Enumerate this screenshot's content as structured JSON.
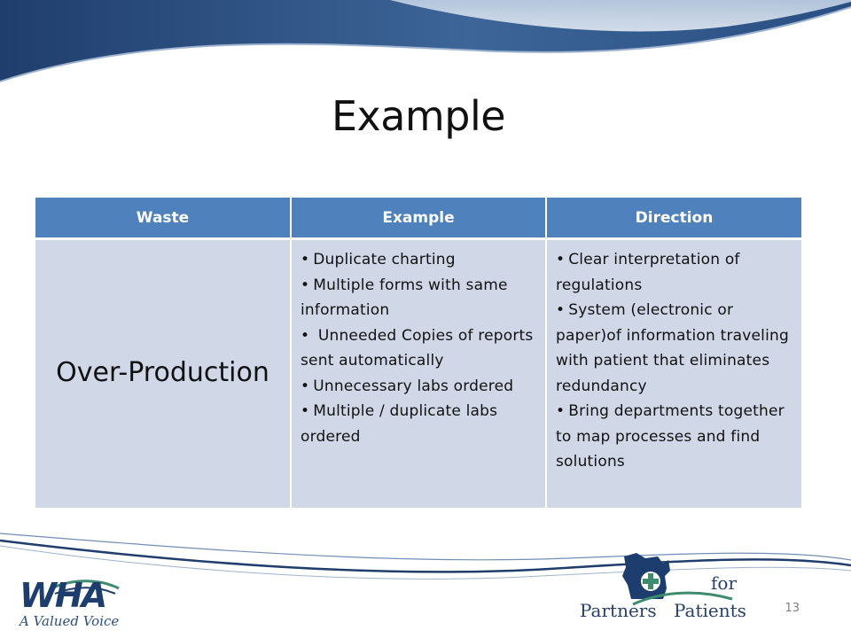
{
  "slide": {
    "title": "Example",
    "page_number": "13"
  },
  "table": {
    "headers": [
      "Waste",
      "Example",
      "Direction"
    ],
    "row": {
      "waste": "Over-Production",
      "examples": [
        "Duplicate charting",
        "Multiple forms with same information",
        " Unneeded Copies of reports sent automatically",
        "Unnecessary labs ordered",
        "Multiple / duplicate labs ordered"
      ],
      "directions": [
        "Clear interpretation of regulations",
        "System (electronic or paper)of information traveling with patient that eliminates redundancy",
        "Bring departments together to map processes and find solutions"
      ]
    }
  },
  "logos": {
    "wha": {
      "mark": "WHA",
      "tagline": "A Valued Voice"
    },
    "partners_for_patients": {
      "for": "for",
      "partners": "Partners",
      "patients": "Patients"
    }
  },
  "colors": {
    "header_fill": "#4f81bd",
    "row_fill": "#d0d8e8",
    "swoosh_dark": "#2a4a78",
    "logo_navy": "#1c3d6e",
    "logo_green": "#3d8c6e"
  }
}
